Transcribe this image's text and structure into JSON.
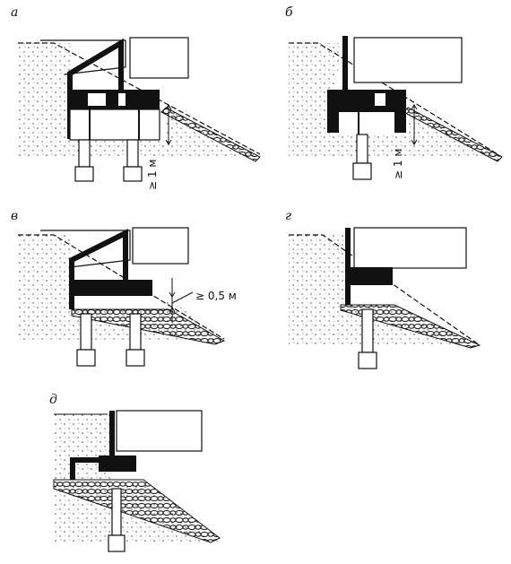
{
  "figure": {
    "panels": [
      {
        "id": "a",
        "label": "а",
        "dimension": "≥ 1 м"
      },
      {
        "id": "b",
        "label": "б",
        "dimension": "≥ 1 м"
      },
      {
        "id": "v",
        "label": "в",
        "dimension": "≥ 0,5 м"
      },
      {
        "id": "g",
        "label": "г"
      },
      {
        "id": "d",
        "label": "д"
      }
    ],
    "colors": {
      "ink": "#111111",
      "paper": "#ffffff",
      "soil_dots": "#444444"
    }
  }
}
